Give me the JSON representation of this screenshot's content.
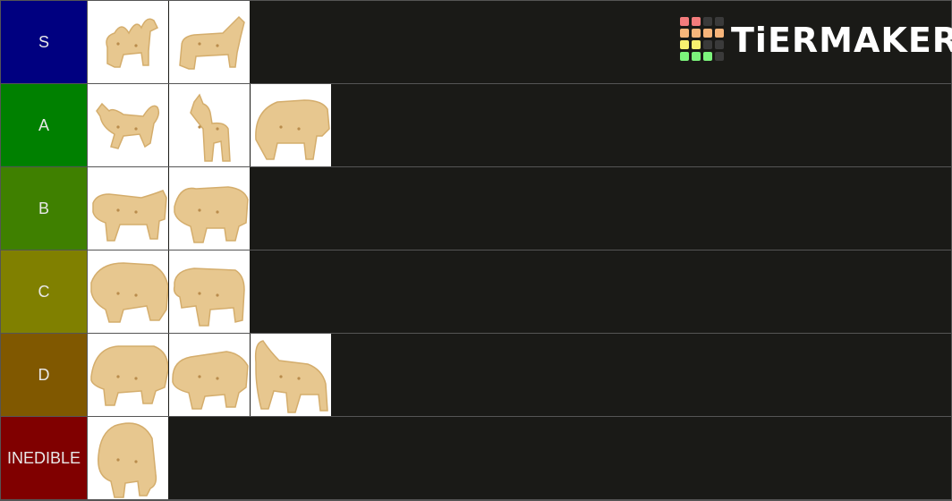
{
  "brand": {
    "name": "TiERMAKER",
    "grid_colors": [
      "#f47c7c",
      "#f47c7c",
      "#3a3a3a",
      "#3a3a3a",
      "#f7b57a",
      "#f7b57a",
      "#f7b57a",
      "#f7b57a",
      "#f8f16f",
      "#f8f16f",
      "#3a3a3a",
      "#3a3a3a",
      "#7cf47c",
      "#7cf47c",
      "#7cf47c",
      "#3a3a3a"
    ]
  },
  "tiers": [
    {
      "label": "S",
      "color": "#000080",
      "items": [
        "cracker-camel",
        "cracker-sheep"
      ]
    },
    {
      "label": "A",
      "color": "#008000",
      "items": [
        "cracker-cat",
        "cracker-llama",
        "cracker-rhino"
      ]
    },
    {
      "label": "B",
      "color": "#3f8000",
      "items": [
        "cracker-tiger",
        "cracker-bear"
      ]
    },
    {
      "label": "C",
      "color": "#808000",
      "items": [
        "cracker-bear-walking",
        "cracker-bison"
      ]
    },
    {
      "label": "D",
      "color": "#805800",
      "items": [
        "cracker-lion",
        "cracker-hippo",
        "cracker-horse"
      ]
    },
    {
      "label": "INEDIBLE",
      "color": "#800000",
      "items": [
        "cracker-elephant"
      ]
    }
  ],
  "cracker_color": "#e7c78f"
}
